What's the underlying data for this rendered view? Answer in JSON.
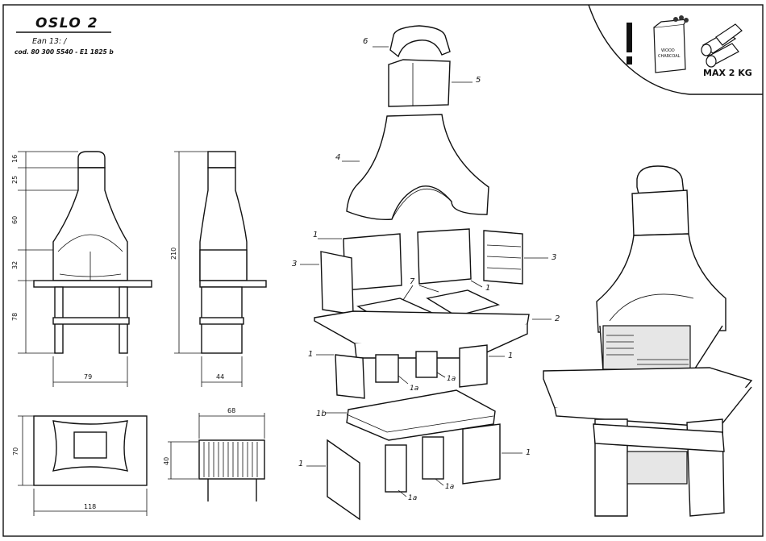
{
  "header": {
    "title": "OSLO  2",
    "ean": "Ean 13: /",
    "code": "cod. 80 300 5540 - E1 1825 b"
  },
  "warning": {
    "bag_line1": "WOOD",
    "bag_line2": "CHARCOAL",
    "max_load": "MAX 2 KG"
  },
  "dimensions": {
    "front_heights": [
      "16",
      "25",
      "60",
      "32",
      "78"
    ],
    "front_width": "79",
    "side_height": "210",
    "side_width": "44",
    "plan_depth": "70",
    "plan_width": "118",
    "grill_width": "68",
    "grill_depth": "40"
  },
  "part_labels": {
    "p6": "6",
    "p5": "5",
    "p4": "4",
    "p1_top_left": "1",
    "p3_left": "3",
    "p7": "7",
    "p1_top_right": "1",
    "p3_right": "3",
    "p2": "2",
    "p1_mid_left": "1",
    "p1_mid_right": "1",
    "p1a_a": "1a",
    "p1a_b": "1a",
    "p1b": "1b",
    "p1_bot_left": "1",
    "p1_bot_right": "1",
    "p1a_c": "1a",
    "p1a_d": "1a"
  }
}
